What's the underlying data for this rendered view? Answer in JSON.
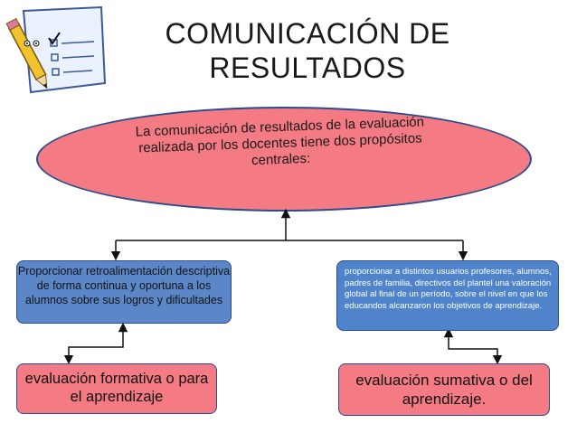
{
  "title": {
    "line1": "COMUNICACIÓN DE",
    "line2": "RESULTADOS"
  },
  "central": {
    "line1": "La comunicación de resultados de la evaluación",
    "line2": "realizada por los docentes tiene dos propósitos",
    "line3": "centrales:"
  },
  "left_purpose": "Proporcionar retroalimentación descriptiva de forma continua y oportuna a los alumnos sobre sus logros y dificultades",
  "right_purpose": "proporcionar a distintos usuarios profesores, alumnos, padres de familia, directivos del plantel una valoración global al final de un período, sobre el nivel en que los educandos alcanzaron los objetivos de aprendizaje.",
  "formative": "evaluación formativa o para el aprendizaje",
  "summative": "evaluación sumativa o del aprendizaje.",
  "icons": [
    "clipboard-checklist-icon"
  ],
  "colors": {
    "ellipse_fill": "#f47a84",
    "blue_box": "#5b87c9",
    "border": "#2a4c8c"
  }
}
